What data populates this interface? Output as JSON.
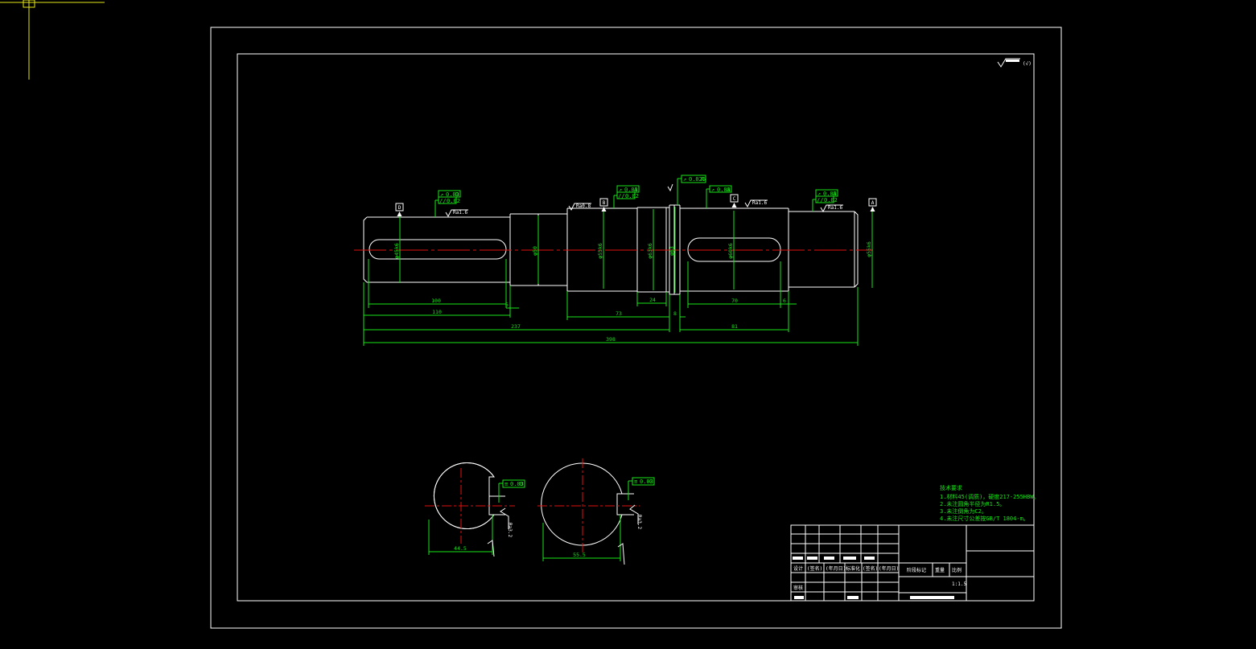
{
  "drawing": {
    "colors": {
      "background": "#000000",
      "outline": "#ffffff",
      "dimension": "#19e619",
      "centerline": "#e01010",
      "cursor": "#e6e619",
      "hatch": "#19e6c8"
    },
    "roughness_corner": "(√)",
    "datums": [
      "D",
      "B",
      "C",
      "A"
    ],
    "dimensions": {
      "key_slot_left": "100",
      "left_segment": "110",
      "left_gap": "5",
      "middle_segment": "73",
      "shoulder_width": "24",
      "collar_width": "8",
      "key_slot_right": "70",
      "right_gap": "6",
      "right_segment": "81",
      "shaft_to_collar": "237",
      "overall_length": "398",
      "dia_left": "φ45k6",
      "dia_step": "φ50",
      "dia_bearing_left": "φ55k6",
      "dia_shoulder": "φ63k6",
      "dia_collar": "φ63",
      "dia_gear_seat": "φ60k6",
      "dia_bearing_right": "φ55k6",
      "section_left_width": "44.5",
      "section_right_width": "55.5"
    },
    "roughness_labels": [
      "Ra1.6",
      "Ra0.8",
      "Ra1.6",
      "Ra1.6",
      "Ra3.2",
      "Ra3.2"
    ],
    "tolerance_frames": [
      {
        "symbol": "↗",
        "value": "0.03",
        "datum": "D"
      },
      {
        "symbol": "//",
        "value": "0.02",
        "datum": ""
      },
      {
        "symbol": "↗",
        "value": "0.03",
        "datum": "A"
      },
      {
        "symbol": "//",
        "value": "0.02",
        "datum": ""
      },
      {
        "symbol": "↗",
        "value": "0.025",
        "datum": "A"
      },
      {
        "symbol": "↗",
        "value": "0.03",
        "datum": "A"
      },
      {
        "symbol": "↗",
        "value": "0.03",
        "datum": "A"
      },
      {
        "symbol": "//",
        "value": "0.02",
        "datum": ""
      },
      {
        "symbol": "≡",
        "value": "0.03",
        "datum": "D"
      },
      {
        "symbol": "≡",
        "value": "0.03",
        "datum": "C"
      }
    ],
    "tech_requirements": {
      "title": "技术要求",
      "items": [
        "1.材料45(调质)，硬度217-255HBW。",
        "2.未注圆角半径为R1.5。",
        "3.未注倒角为C2。",
        "4.未注尺寸公差按GB/T 1804-m。"
      ]
    },
    "title_block": {
      "row_labels": [
        "设计",
        "(签名)",
        "(年月日)",
        "标准化",
        "(签名)",
        "(年月日)"
      ],
      "audit": "审核",
      "stage": "阶段标记",
      "weight": "重量",
      "ratio_label": "比例",
      "scale": "1:1.5"
    }
  }
}
